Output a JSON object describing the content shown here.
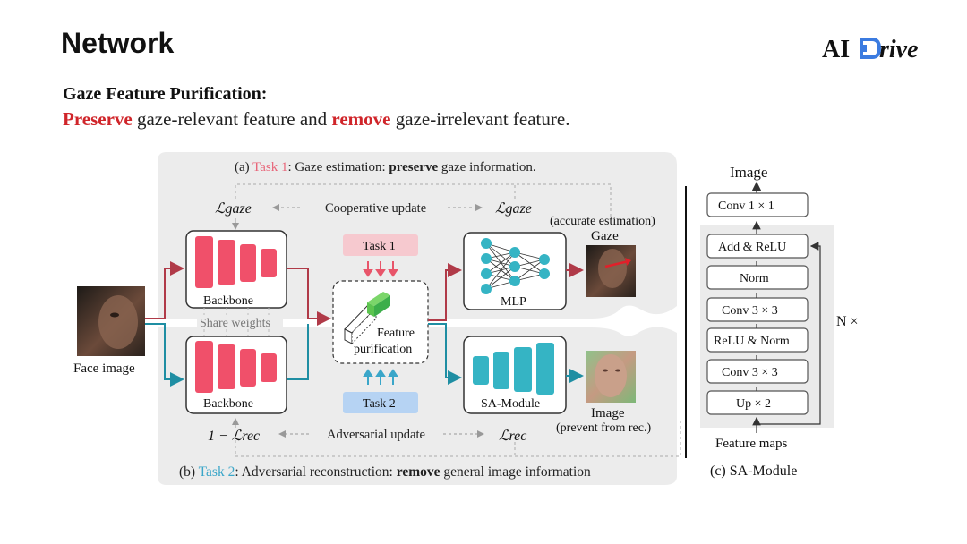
{
  "header": {
    "title": "Network",
    "logo_text": "AI Drive"
  },
  "intro": {
    "heading": "Gaze Feature Purification:",
    "keyword1": "Preserve",
    "text1": " gaze-relevant feature and ",
    "keyword2": "remove",
    "text2": " gaze-irrelevant feature."
  },
  "diagram": {
    "task1_caption": {
      "prefix": "(a) ",
      "task": "Task 1",
      "mid": ": Gaze estimation: ",
      "bold": "preserve",
      "suffix": " gaze information."
    },
    "task2_caption": {
      "prefix": "(b) ",
      "task": "Task 2",
      "mid": ": Adversarial reconstruction: ",
      "bold": "remove",
      "suffix": " general image information"
    },
    "loss_gaze_left": "ℒgaze",
    "loss_gaze_right": "ℒgaze",
    "loss_rec_left": "1 − ℒrec",
    "loss_rec_right": "ℒrec",
    "cooperative_update": "Cooperative update",
    "adversarial_update": "Adversarial update",
    "backbone_top": "Backbone",
    "backbone_bottom": "Backbone",
    "share_weights": "Share weights",
    "face_image": "Face image",
    "task1_box": "Task 1",
    "task2_box": "Task 2",
    "feature_purification_1": "Feature",
    "feature_purification_2": "purification",
    "mlp": "MLP",
    "sa_module": "SA-Module",
    "accurate_estimation": "(accurate estimation)",
    "gaze_label": "Gaze",
    "image_label": "Image",
    "prevent_label": "(prevent from rec.)"
  },
  "sa_module": {
    "top_label": "Image",
    "blocks": [
      "Conv 1 × 1",
      "Add & ReLU",
      "Norm",
      "Conv 3 × 3",
      "ReLU & Norm",
      "Conv 3 × 3",
      "Up × 2"
    ],
    "repeat": "N ×",
    "input": "Feature maps",
    "caption": "(c) SA-Module"
  },
  "colors": {
    "red_keyword": "#d0252a",
    "task1": "#e8667a",
    "task2": "#3aa6c9",
    "backbone_bar": "#f0506a",
    "teal": "#35b4c4",
    "task1_box": "#f6c9cf",
    "task2_box": "#b6d3f3",
    "panel_bg": "#eeeeee",
    "sa_bg": "#ebebeb"
  },
  "icons": [
    "face-photo",
    "gaze-photo",
    "reconstructed-face-photo",
    "feature-cube-icon",
    "down-arrows-icon",
    "up-arrows-icon",
    "mlp-network-icon"
  ]
}
